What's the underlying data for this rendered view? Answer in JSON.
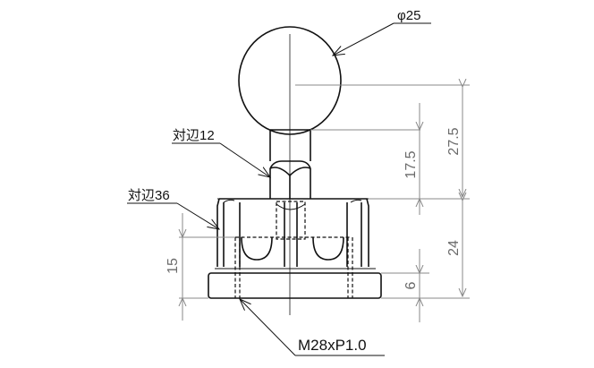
{
  "drawing": {
    "type": "technical-drawing",
    "subject": "ball stud with hex nuts on threaded base",
    "callouts": {
      "ball_diameter": "φ25",
      "small_hex": "対辺12",
      "large_hex": "対辺36",
      "thread": "M28xP1.0"
    },
    "dimensions": {
      "ball_center_to_base_top": "27.5",
      "neck_to_base_top": "17.5",
      "base_height": "24",
      "flange_height": "6",
      "thread_depth": "15"
    },
    "colors": {
      "object_line": "#111111",
      "dimension_line": "#8a8a8a",
      "dimension_text": "#6a6a6a",
      "background": "#ffffff"
    }
  }
}
